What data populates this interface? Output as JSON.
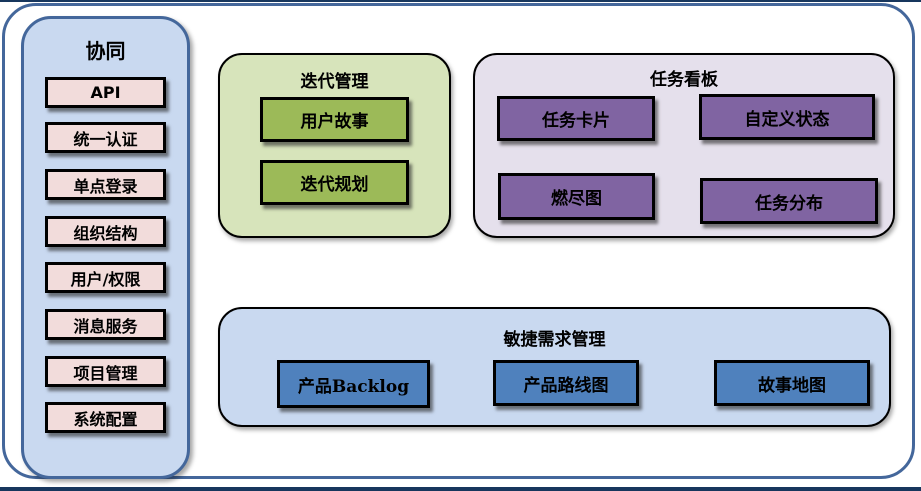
{
  "sidebar": {
    "title": "协同",
    "items": [
      {
        "label": "API"
      },
      {
        "label": "统一认证"
      },
      {
        "label": "单点登录"
      },
      {
        "label": "组织结构"
      },
      {
        "label": "用户/权限"
      },
      {
        "label": "消息服务"
      },
      {
        "label": "项目管理"
      },
      {
        "label": "系统配置"
      }
    ]
  },
  "groups": {
    "iteration": {
      "title": "迭代管理",
      "items": [
        "用户故事",
        "迭代规划"
      ]
    },
    "kanban": {
      "title": "任务看板",
      "items": [
        "任务卡片",
        "自定义状态",
        "燃尽图",
        "任务分布"
      ]
    },
    "requirements": {
      "title": "敏捷需求管理",
      "items": [
        "产品Backlog",
        "产品路线图",
        "故事地图"
      ]
    }
  },
  "colors": {
    "edge_line": "#17365d",
    "frame_border": "#44679b",
    "sidebar_fill": "#c9d9f0",
    "sidebar_border": "#44679b",
    "pink_item": "#f2dcdb",
    "green_group": "#d7e4bb",
    "green_item": "#9cba58",
    "purple_group": "#e5e0ec",
    "purple_item": "#8064a2",
    "blue_group": "#c9d9f0",
    "blue_item": "#4f81bd",
    "item_border": "#000000"
  }
}
